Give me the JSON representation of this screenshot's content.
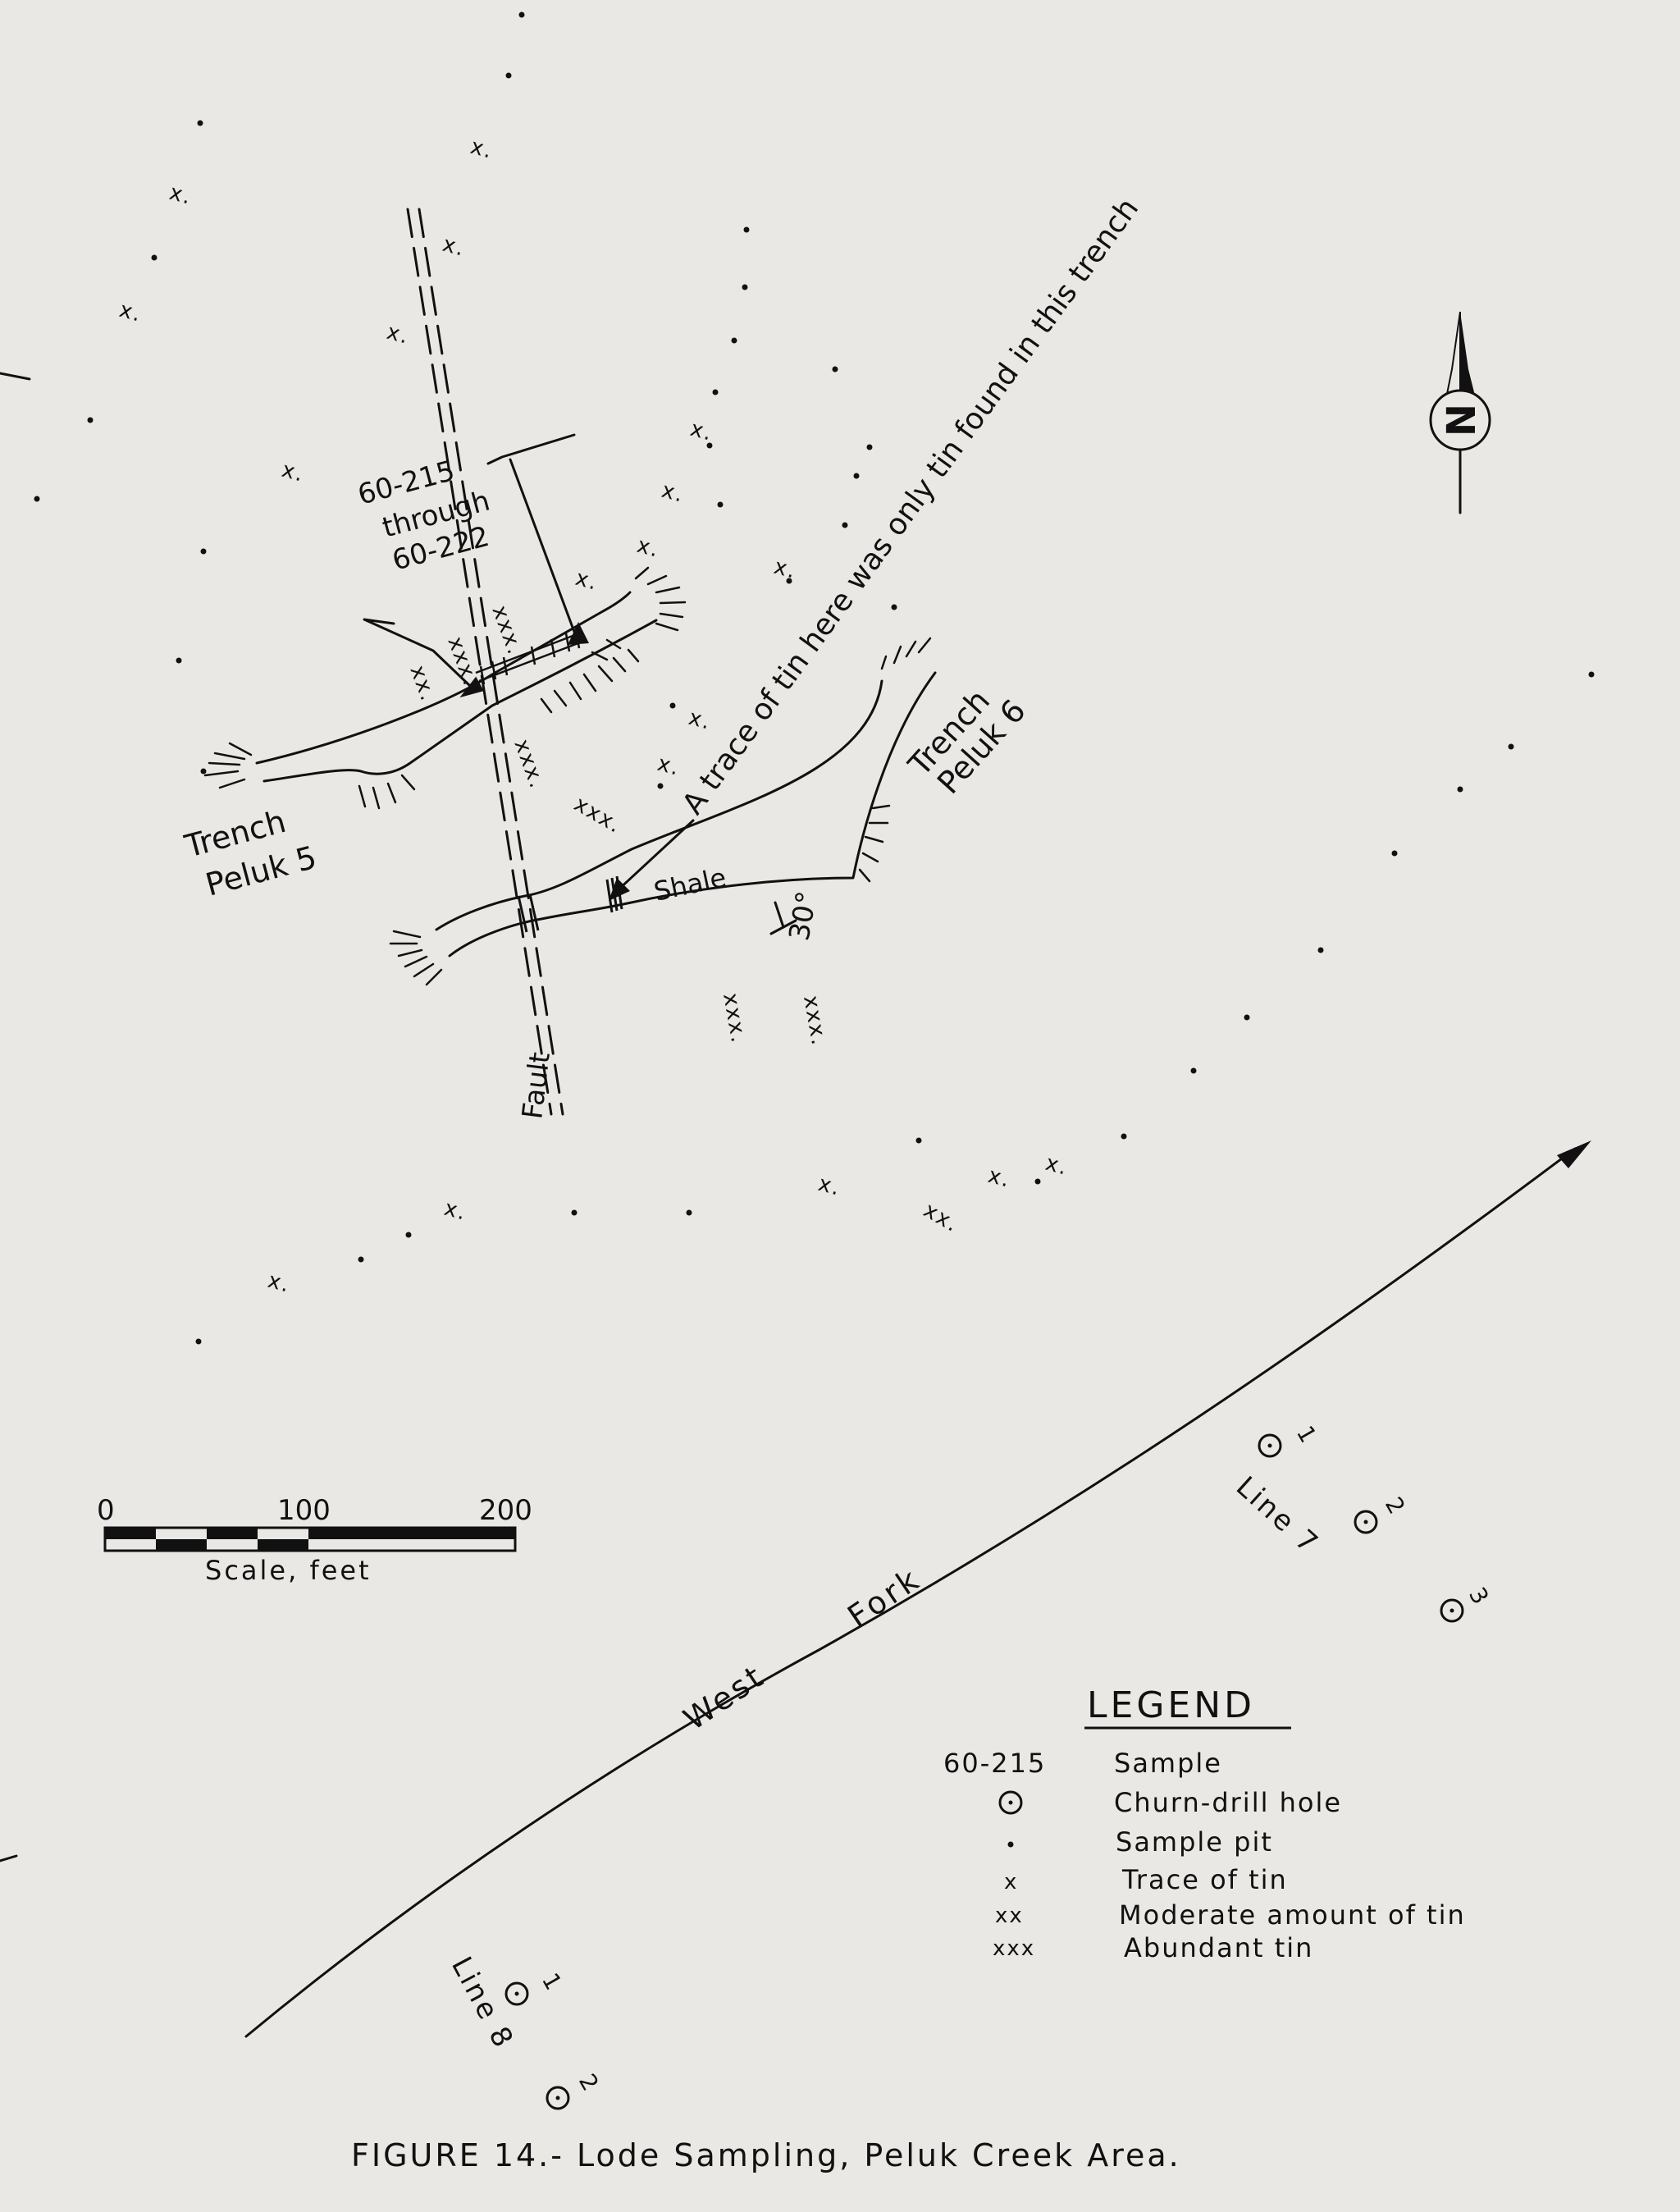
{
  "figure": {
    "caption": "FIGURE 14.- Lode Sampling, Peluk Creek Area."
  },
  "map": {
    "trench_5": {
      "line1": "Trench",
      "line2": "Peluk 5"
    },
    "trench_6": {
      "line1": "Trench",
      "line2": "Peluk 6"
    },
    "sample_callout": {
      "line1": "60-215",
      "line2": "through",
      "line3": "60-222"
    },
    "trace_note": "A trace of tin here was only tin found in this trench",
    "shale_label": "Shale",
    "dip_label": "30°",
    "fault_label": "Fault",
    "stream_label": {
      "word1": "West",
      "word2": "Fork"
    },
    "line7": {
      "label": "Line 7",
      "holes": [
        "1",
        "2",
        "3"
      ]
    },
    "line8": {
      "label": "Line 8",
      "holes": [
        "1",
        "2"
      ]
    },
    "north_symbol": "N"
  },
  "scale": {
    "ticks": [
      "0",
      "100",
      "200"
    ],
    "label": "Scale, feet"
  },
  "legend": {
    "title": "LEGEND",
    "items": [
      {
        "symbol": "60-215",
        "label": "Sample"
      },
      {
        "symbol": "churn-drill-symbol",
        "label": "Churn-drill hole"
      },
      {
        "symbol": "sample-pit-symbol",
        "label": "Sample pit"
      },
      {
        "symbol": "x",
        "label": "Trace of tin"
      },
      {
        "symbol": "xx",
        "label": "Moderate amount of tin"
      },
      {
        "symbol": "xxx",
        "label": "Abundant tin"
      }
    ]
  },
  "pit_marks": {
    "trace": "x.",
    "moderate": "xx.",
    "abundant": "xxx."
  }
}
